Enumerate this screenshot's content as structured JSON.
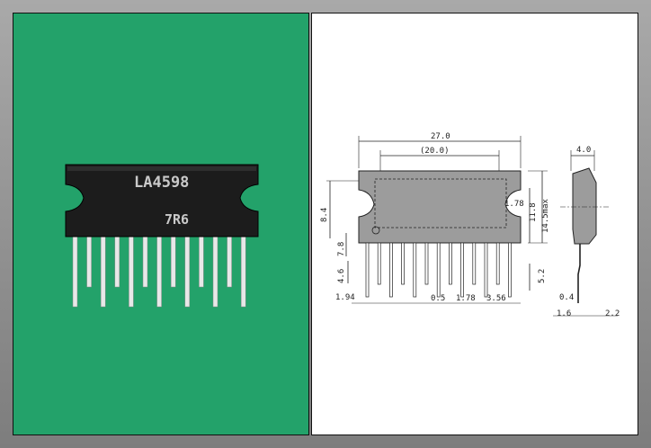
{
  "photo": {
    "part_number": "LA4598",
    "date_code": "7R6",
    "marking_color": "#c9c9c9",
    "background_color": "#23a26a",
    "pin_count": 13
  },
  "drawing": {
    "body_width": "27.0",
    "inner_width": "(20.0)",
    "height_11_8": "11.8",
    "height_max": "14.5max",
    "side_8_4": "8.4",
    "side_7_8": "7.8",
    "side_4_6": "4.6",
    "lead_5_2": "5.2",
    "corner_1_78": "1.78",
    "dim_1_94": "1.94",
    "dim_0_5": "0.5",
    "dim_1_78": "1.78",
    "dim_3_56": "3.56",
    "side_width": "4.0",
    "dim_0_4": "0.4",
    "dim_1_6": "1.6",
    "dim_2_2": "2.2"
  }
}
